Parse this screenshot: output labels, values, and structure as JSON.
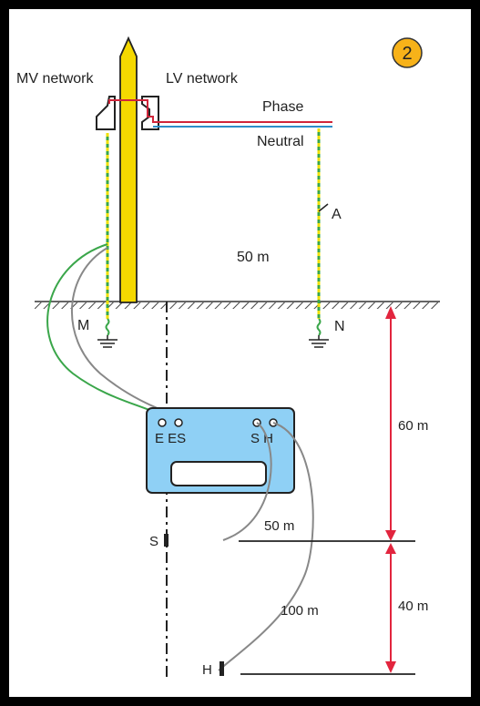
{
  "badge": {
    "number": "2"
  },
  "labels": {
    "mv_network": "MV network",
    "lv_network": "LV network",
    "phase": "Phase",
    "neutral": "Neutral",
    "point_a": "A",
    "distance_top": "50 m",
    "earth_m": "M",
    "earth_n": "N",
    "dist_60": "60 m",
    "dist_40": "40 m",
    "dist_50_lead": "50 m",
    "dist_100_lead": "100 m",
    "probe_s": "S",
    "probe_h": "H"
  },
  "meter": {
    "terminals_left": "E ES",
    "terminals_right": "S H"
  },
  "colors": {
    "pole": "#f5d800",
    "phase": "#d0253a",
    "neutral": "#2d8ec9",
    "earth_green": "#3aa64a",
    "earth_yellow": "#f0e000",
    "lead_grey": "#888888",
    "meter_body": "#8fd0f5",
    "badge": "#f7b219",
    "arrow": "#e2253e"
  }
}
